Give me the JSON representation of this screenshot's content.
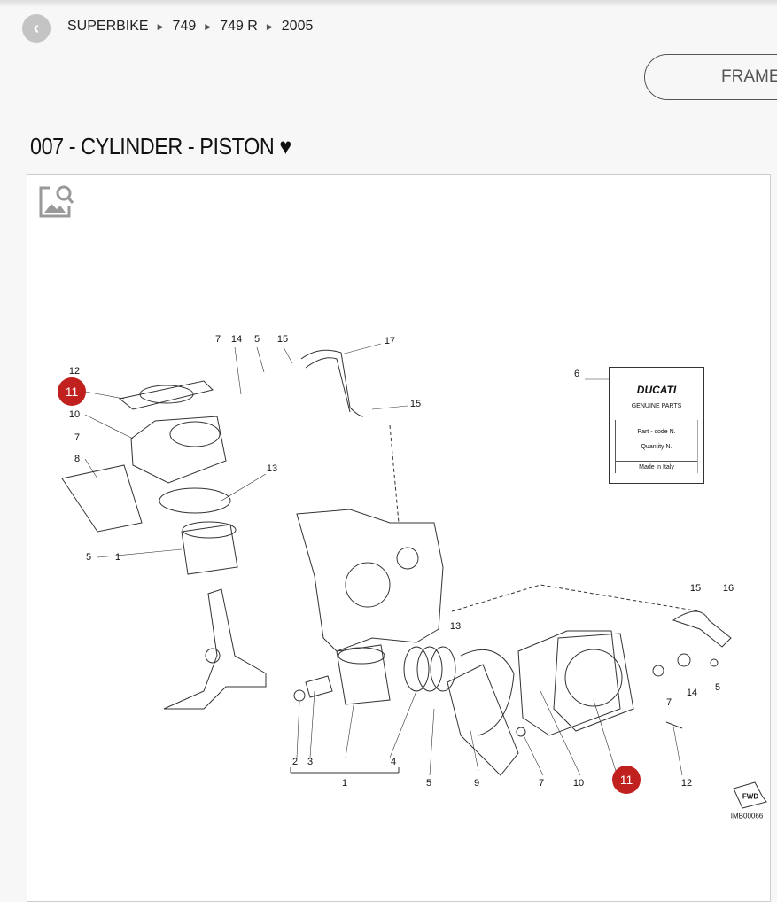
{
  "breadcrumb": [
    "SUPERBIKE",
    "749",
    "749 R",
    "2005"
  ],
  "frame_button": "FRAME",
  "page_title": "007 - CYLINDER - PISTON",
  "title_icon": "heart-icon",
  "diagram": {
    "callouts": [
      "7",
      "14",
      "5",
      "15",
      "17",
      "12",
      "10",
      "7",
      "8",
      "13",
      "15",
      "6",
      "5",
      "1",
      "15",
      "16",
      "13",
      "5",
      "14",
      "7",
      "2",
      "3",
      "4",
      "5",
      "9",
      "7",
      "10",
      "12",
      "1"
    ],
    "highlighted": [
      "11",
      "11"
    ],
    "code": "IMB00066",
    "label_card": {
      "brand": "DUCATI",
      "subtitle": "GENUINE PARTS",
      "part_code": "Part - code N.",
      "quantity": "Quantity N.",
      "origin": "Made in Italy"
    },
    "fwd": "FWD"
  }
}
